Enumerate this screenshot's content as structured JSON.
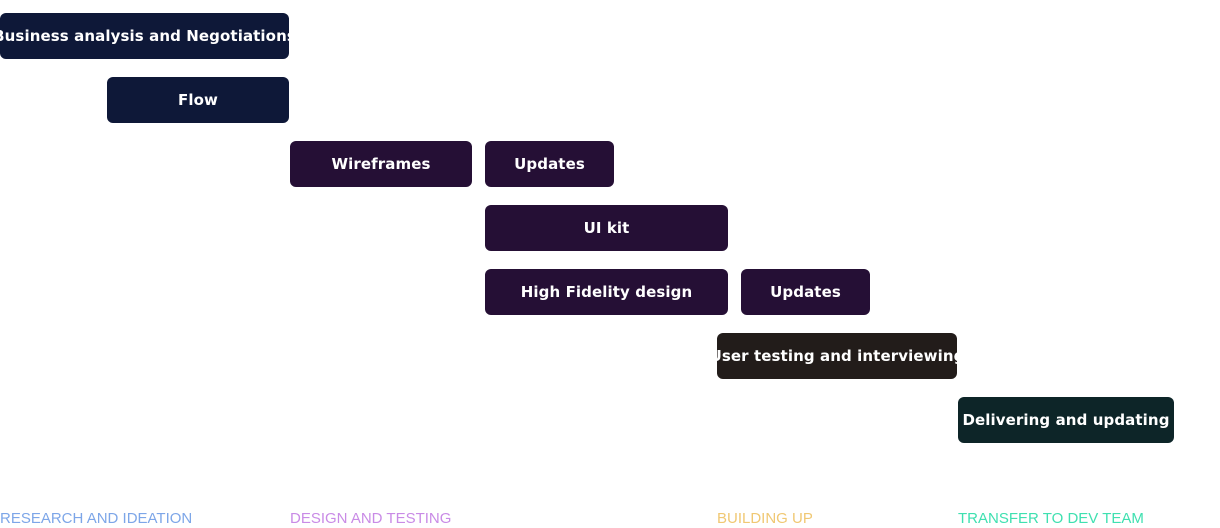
{
  "colors": {
    "research": "#0e1838",
    "design": "#250f35",
    "building": "#221c1a",
    "transfer": "#0d2528"
  },
  "tasks": [
    {
      "label": "Business analysis and Negotiations",
      "phase": "research"
    },
    {
      "label": "Flow",
      "phase": "research"
    },
    {
      "label": "Wireframes",
      "phase": "design"
    },
    {
      "label": "Updates",
      "phase": "design"
    },
    {
      "label": "UI kit",
      "phase": "design"
    },
    {
      "label": "High Fidelity design",
      "phase": "design"
    },
    {
      "label": "Updates",
      "phase": "design"
    },
    {
      "label": "User testing and interviewing",
      "phase": "building"
    },
    {
      "label": "Delivering and updating",
      "phase": "transfer"
    }
  ],
  "phases": [
    {
      "label": "RESEARCH AND IDEATION",
      "color": "#7da6e8"
    },
    {
      "label": "DESIGN AND TESTING",
      "color": "#c98be6"
    },
    {
      "label": "BUILDING UP",
      "color": "#f0c873"
    },
    {
      "label": "TRANSFER TO DEV TEAM",
      "color": "#3fe0b0"
    }
  ]
}
